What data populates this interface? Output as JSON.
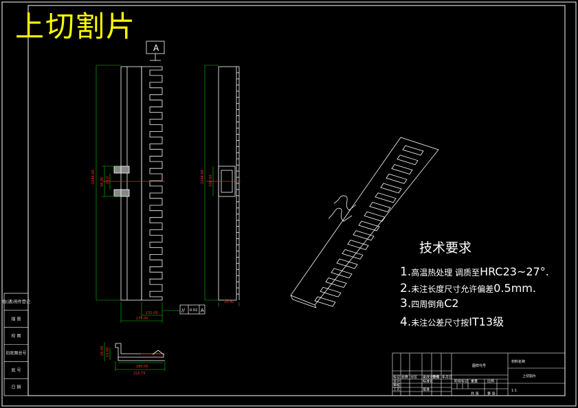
{
  "drawing": {
    "title": "上切割片",
    "datum_label": "A",
    "tolerance_frame": {
      "symbol": "//",
      "value": "0.02",
      "datum": "A"
    }
  },
  "dimensions": {
    "front_width_total": "176.00",
    "front_width_part": "131.00",
    "front_height": "1044.00",
    "front_slot_pitch": "58.00",
    "front_slot_width": "20.0",
    "side_height": "1044.00",
    "side_slot": "100.00",
    "side_thickness": "24.40",
    "section_height_a": "26.00",
    "section_height_b": "14.00",
    "section_width_a": "180.00",
    "section_width_b": "216.75"
  },
  "tech_requirements": {
    "title": "技术要求",
    "items": [
      {
        "num": "1.",
        "text_cn": "高温热处理  调质至",
        "text_en": "HRC23~27°."
      },
      {
        "num": "2.",
        "text_cn": "未注长度尺寸允许偏差",
        "text_en": "0.5mm."
      },
      {
        "num": "3.",
        "text_cn": "四周倒角",
        "text_en": "C2"
      },
      {
        "num": "4.",
        "text_cn": "未注公差尺寸按",
        "text_en": "IT13级"
      }
    ]
  },
  "left_strip": {
    "items": [
      "借(通)用件登记",
      "描 图",
      "校 图",
      "旧底图总号",
      "底 号",
      "日 期"
    ]
  },
  "title_block": {
    "part_name": "上切割片",
    "company": "材料名称",
    "drawing_no_label": "图样代号",
    "scale": "1:1",
    "cells": [
      "标记",
      "处数",
      "分区",
      "更改文件号",
      "签名",
      "年月日",
      "设计",
      "标准化",
      "阶段标记",
      "重量",
      "比例",
      "审核",
      "工艺",
      "批准",
      "共 张",
      "第 张"
    ]
  }
}
